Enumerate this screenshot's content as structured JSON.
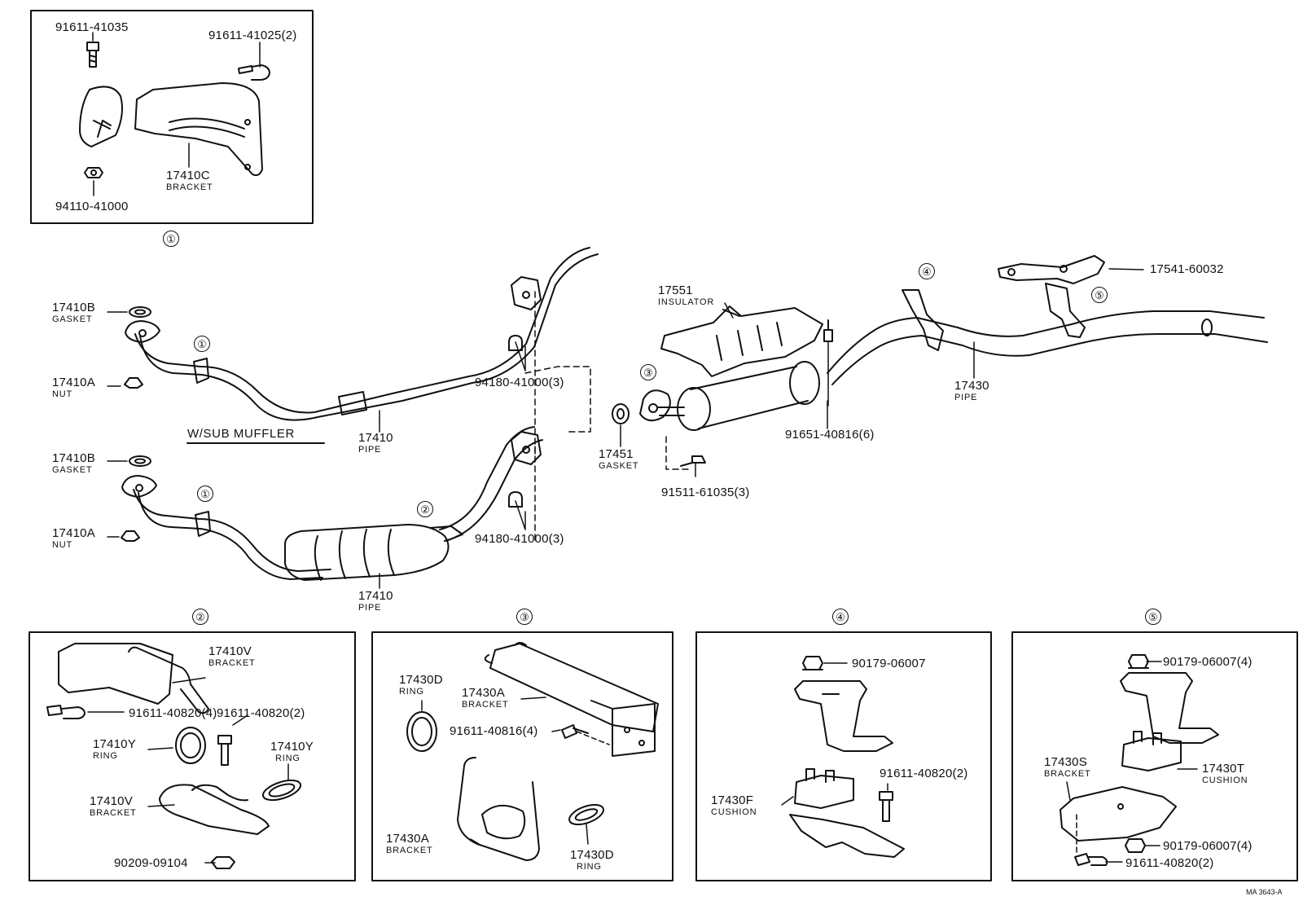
{
  "stamp": "MA 3643-A",
  "variant_title": "W/SUB MUFFLER",
  "markers": [
    "①",
    "②",
    "③",
    "④",
    "⑤"
  ],
  "labels": {
    "p91611_41035": "91611-41035",
    "p91611_41025": "91611-41025(2)",
    "p17410C": "17410C",
    "bracket": "BRACKET",
    "p94110_41000": "94110-41000",
    "p17410B": "17410B",
    "gasket": "GASKET",
    "p17410A": "17410A",
    "nut": "NUT",
    "p17410": "17410",
    "pipe": "PIPE",
    "p94180_41000": "94180-41000(3)",
    "p17551": "17551",
    "insulator": "INSULATOR",
    "p17451": "17451",
    "p91651_40816": "91651-40816(6)",
    "p91511_61035": "91511-61035(3)",
    "p17430": "17430",
    "p17541_60032": "17541-60032",
    "p17410V": "17410V",
    "p91611_40820_4": "91611-40820(4)",
    "p91611_40820_2": "91611-40820(2)",
    "p17410Y": "17410Y",
    "ring": "RING",
    "p90209_09104": "90209-09104",
    "p17430D": "17430D",
    "p17430A": "17430A",
    "p91611_40816_4": "91611-40816(4)",
    "p90179_06007": "90179-06007",
    "p17430F": "17430F",
    "cushion": "CUSHION",
    "p90179_06007_4": "90179-06007(4)",
    "p17430S": "17430S",
    "p17430T": "17430T"
  }
}
